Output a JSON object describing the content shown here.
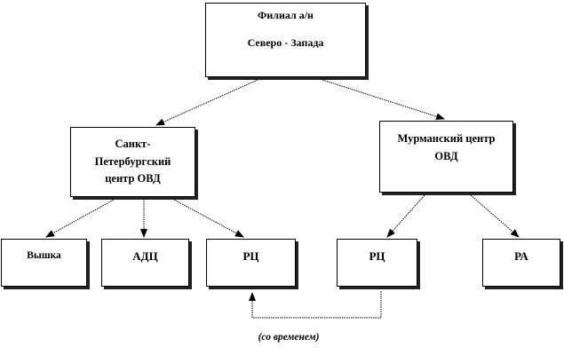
{
  "nodes": {
    "root": {
      "line1": "Филиал а/н",
      "line2": "Северо - Запада"
    },
    "spb": {
      "line1": "Санкт-",
      "line2": "Петербургский",
      "line3": "центр ОВД"
    },
    "murmansk": {
      "line1": "Мурманский центр",
      "line2": "ОВД"
    },
    "vyshka": {
      "label": "Вышка"
    },
    "adc": {
      "label": "АДЦ"
    },
    "rc_spb": {
      "label": "РЦ"
    },
    "rc_mur": {
      "label": "РЦ"
    },
    "ra": {
      "label": "РА"
    }
  },
  "caption": "(со временем)",
  "colors": {
    "line": "#000000",
    "shadow": "#222222",
    "background": "#ffffff"
  }
}
